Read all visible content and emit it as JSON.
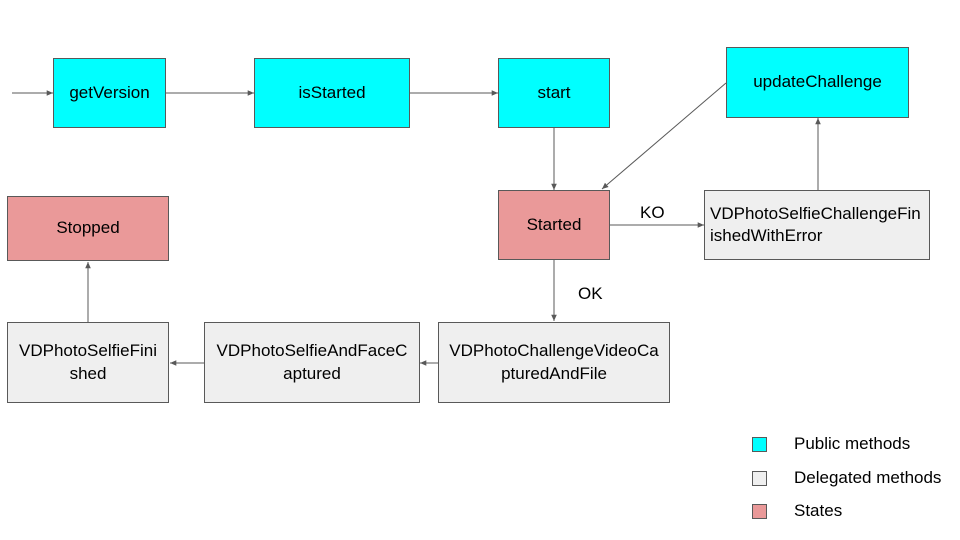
{
  "colors": {
    "public": "#00ffff",
    "delegated": "#efefef",
    "state": "#ea9999",
    "line": "#595959"
  },
  "nodes": {
    "get_version": "getVersion",
    "is_started": "isStarted",
    "start": "start",
    "update_challenge": "updateChallenge",
    "stopped": "Stopped",
    "started": "Started",
    "challenge_finished_with_error": "VDPhotoSelfieChallengeFinishedWithError",
    "selfie_finished": "VDPhotoSelfieFinished",
    "selfie_and_face_captured": "VDPhotoSelfieAndFaceCaptured",
    "challenge_video_captured": "VDPhotoChallengeVideoCapturedAndFile"
  },
  "edge_labels": {
    "ko": "KO",
    "ok": "OK"
  },
  "legend": [
    {
      "label": "Public methods",
      "color": "#00ffff"
    },
    {
      "label": "Delegated methods",
      "color": "#efefef"
    },
    {
      "label": "States",
      "color": "#ea9999"
    }
  ]
}
